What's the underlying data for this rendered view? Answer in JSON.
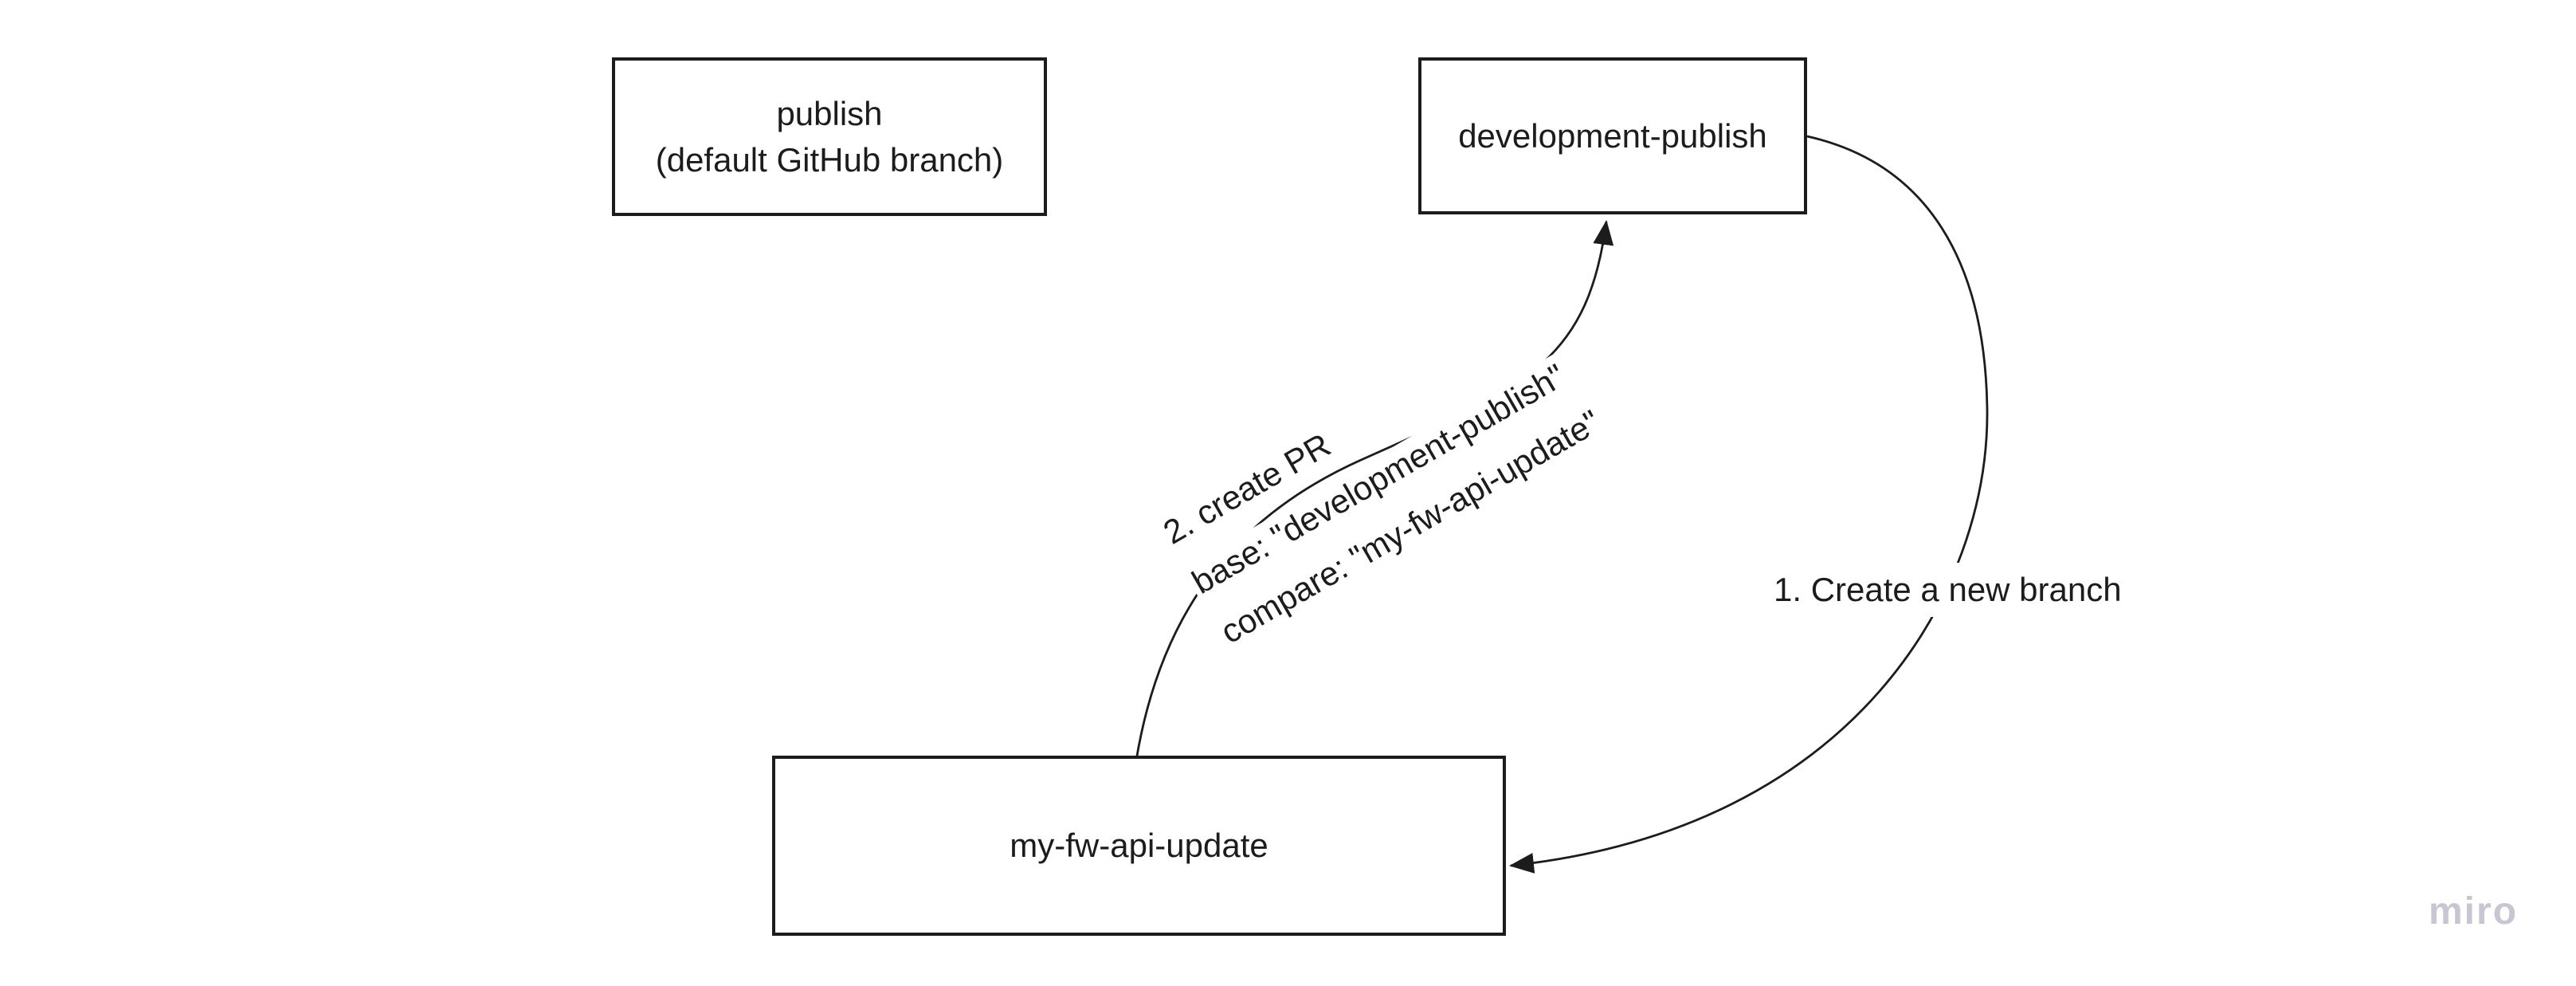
{
  "canvas": {
    "background": "#ffffff"
  },
  "colors": {
    "stroke": "#1c1c1c",
    "text": "#1c1c1c",
    "node_fill": "#ffffff",
    "node_border": "#1c1c1c",
    "watermark": "#c7c6d2"
  },
  "nodes": {
    "publish": {
      "line1": "publish",
      "line2": "(default GitHub branch)"
    },
    "development_publish": {
      "label": "development-publish"
    },
    "my_fw_api_update": {
      "label": "my-fw-api-update"
    }
  },
  "connectors": {
    "create_branch": {
      "label": "1. Create a new branch",
      "from": "development-publish",
      "to": "my-fw-api-update"
    },
    "create_pr": {
      "line1": "2. create PR",
      "line2": "base: \"development-publish\"",
      "line3": "compare: \"my-fw-api-update\"",
      "from": "my-fw-api-update",
      "to": "development-publish"
    }
  },
  "watermark": {
    "text": "miro"
  }
}
